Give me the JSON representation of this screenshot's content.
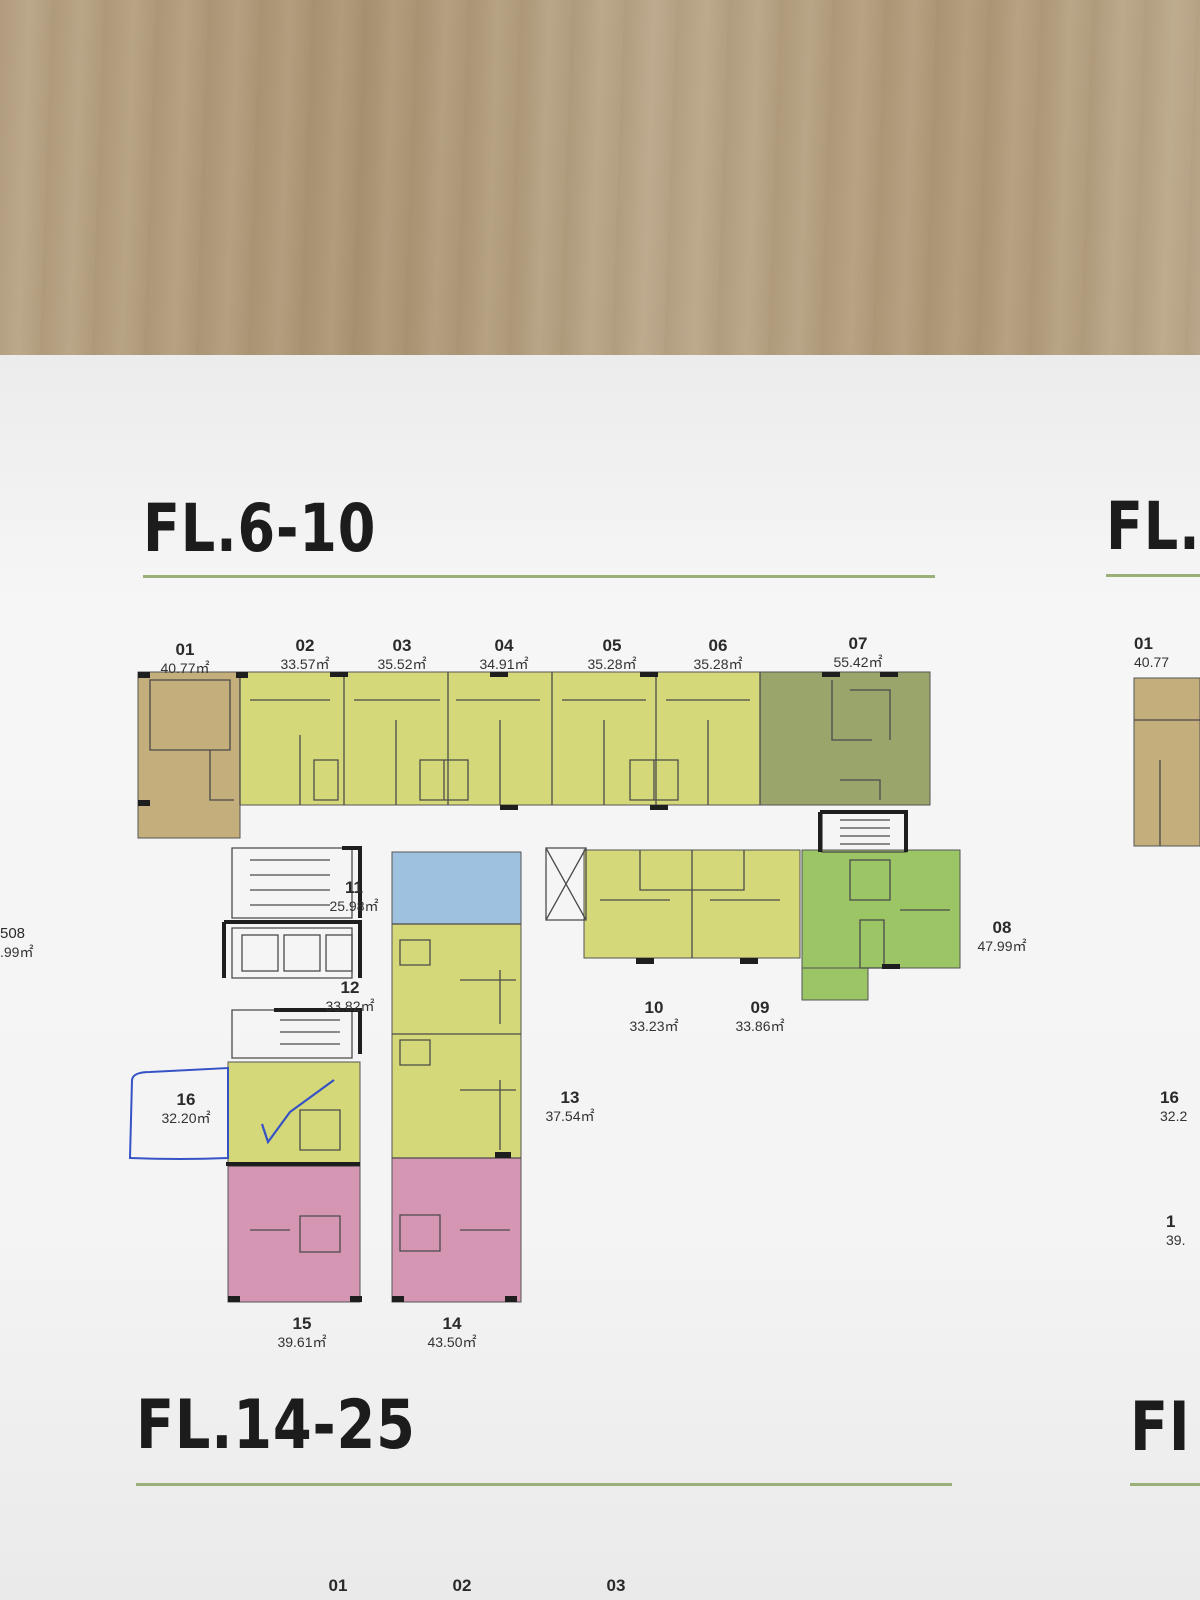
{
  "titles": {
    "main": "FL.6-10",
    "next": "FL.14-25",
    "right_top": "FL.",
    "right_bottom": "FI"
  },
  "units": [
    {
      "no": "01",
      "area": "40.77㎡"
    },
    {
      "no": "02",
      "area": "33.57㎡"
    },
    {
      "no": "03",
      "area": "35.52㎡"
    },
    {
      "no": "04",
      "area": "34.91㎡"
    },
    {
      "no": "05",
      "area": "35.28㎡"
    },
    {
      "no": "06",
      "area": "35.28㎡"
    },
    {
      "no": "07",
      "area": "55.42㎡"
    },
    {
      "no": "08",
      "area": "47.99㎡"
    },
    {
      "no": "09",
      "area": "33.86㎡"
    },
    {
      "no": "10",
      "area": "33.23㎡"
    },
    {
      "no": "11",
      "area": "25.98㎡"
    },
    {
      "no": "12",
      "area": "33.82㎡"
    },
    {
      "no": "13",
      "area": "37.54㎡"
    },
    {
      "no": "14",
      "area": "43.50㎡"
    },
    {
      "no": "15",
      "area": "39.61㎡"
    },
    {
      "no": "16",
      "area": "32.20㎡"
    }
  ],
  "left_edge": {
    "no": "508",
    "area": ".99㎡"
  },
  "right_edge": [
    {
      "no": "01",
      "area": "40.77"
    },
    {
      "no": "16",
      "area": "32.2"
    },
    {
      "no": "1",
      "area": "39."
    }
  ],
  "next_plan_units": [
    "01",
    "02",
    "03"
  ],
  "colors": {
    "studio": "#d4d878",
    "unit01": "#c3ae7c",
    "unit07": "#9aa56c",
    "unit08": "#9cc566",
    "unit11": "#9ec1e0",
    "pink": "#d596b4",
    "rule": "#9bb079",
    "pen": "#3553c4"
  }
}
